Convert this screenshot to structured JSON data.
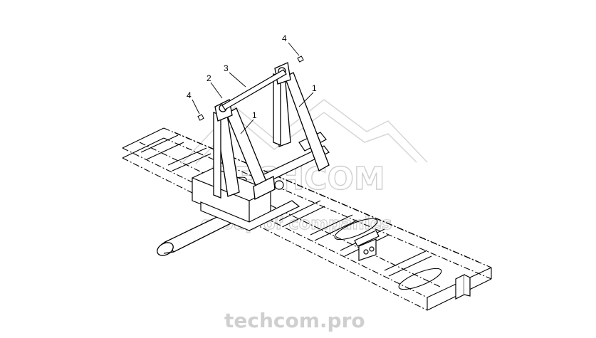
{
  "diagram": {
    "callouts": [
      {
        "id": "c4a",
        "label": "4"
      },
      {
        "id": "c3",
        "label": "3"
      },
      {
        "id": "c2",
        "label": "2"
      },
      {
        "id": "c4b",
        "label": "4"
      },
      {
        "id": "c1a",
        "label": "1"
      },
      {
        "id": "c1b",
        "label": "1"
      }
    ]
  },
  "watermark": {
    "brand": "TECHCOM",
    "tagline": "group of companies",
    "site": "techcom.pro",
    "color": "#d8d8d8"
  },
  "colors": {
    "line": "#000000",
    "background": "#ffffff"
  }
}
